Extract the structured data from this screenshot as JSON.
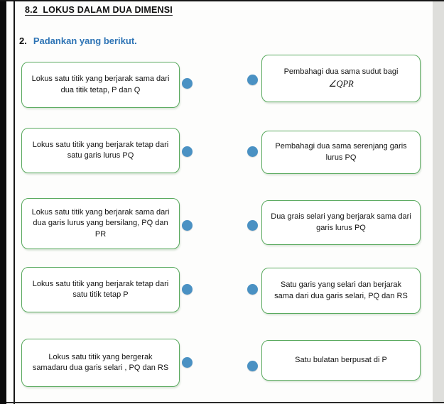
{
  "page": {
    "title": "8.2  LOKUS DALAM DUA DIMENSI",
    "question_number": "2.",
    "instruction": "Padankan yang berikut."
  },
  "colors": {
    "box_border": "#5aaa5f",
    "dot_blue": "#4a91c3",
    "instruction_blue": "#2e74b5"
  },
  "pairs": [
    {
      "left": "Lokus satu titik yang berjarak sama dari dua titik tetap, P dan Q",
      "right_line1": "Pembahagi dua sama sudut bagi",
      "right_math": "∠QPR"
    },
    {
      "left": "Lokus satu titik yang berjarak tetap dari satu garis lurus PQ",
      "right": "Pembahagi dua sama serenjang garis lurus PQ"
    },
    {
      "left": "Lokus satu titik yang berjarak sama dari dua garis lurus yang bersilang, PQ dan PR",
      "right": "Dua grais selari yang berjarak sama dari garis lurus PQ"
    },
    {
      "left": "Lokus satu titik yang berjarak tetap dari satu titik tetap P",
      "right": "Satu garis yang selari dan berjarak sama dari dua garis selari, PQ dan RS"
    },
    {
      "left": "Lokus satu titik yang bergerak samadaru dua garis selari , PQ dan RS",
      "right": "Satu bulatan berpusat di P"
    }
  ]
}
